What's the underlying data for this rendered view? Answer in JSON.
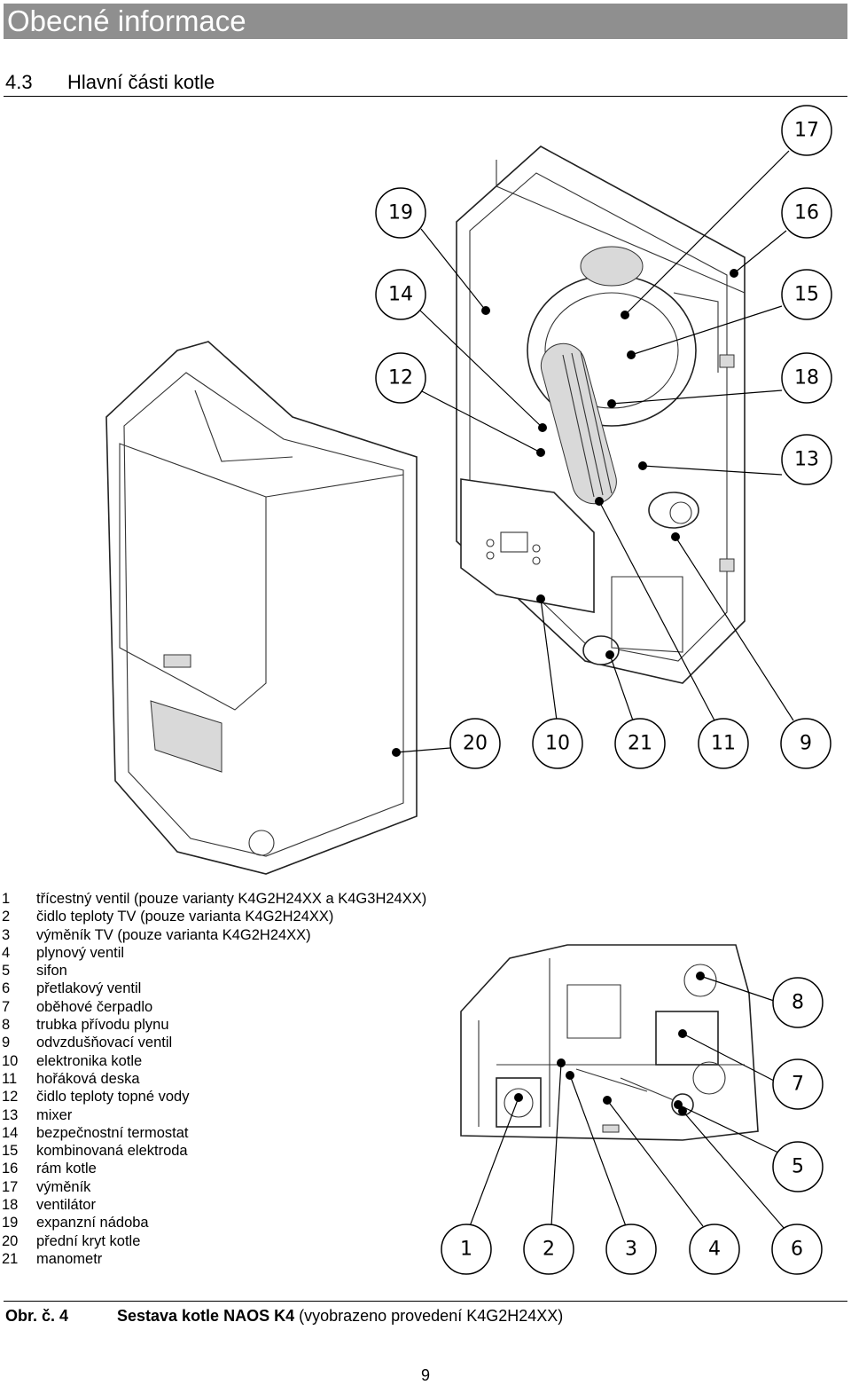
{
  "header": {
    "banner": "Obecné informace"
  },
  "section": {
    "number": "4.3",
    "title": "Hlavní části kotle"
  },
  "top_callouts": [
    "17",
    "16",
    "19",
    "15",
    "14",
    "12",
    "18",
    "13",
    "20",
    "10",
    "21",
    "11",
    "9"
  ],
  "bottom_callouts": [
    "8",
    "7",
    "5",
    "1",
    "2",
    "3",
    "4",
    "6"
  ],
  "legend": [
    {
      "num": "1",
      "text": "třícestný ventil (pouze varianty K4G2H24XX a K4G3H24XX)"
    },
    {
      "num": "2",
      "text": "čidlo teploty TV (pouze varianta K4G2H24XX)"
    },
    {
      "num": "3",
      "text": "výměník TV (pouze varianta K4G2H24XX)"
    },
    {
      "num": "4",
      "text": "plynový ventil"
    },
    {
      "num": "5",
      "text": "sifon"
    },
    {
      "num": "6",
      "text": "přetlakový ventil"
    },
    {
      "num": "7",
      "text": "oběhové čerpadlo"
    },
    {
      "num": "8",
      "text": "trubka přívodu plynu"
    },
    {
      "num": "9",
      "text": "odvzdušňovací ventil"
    },
    {
      "num": "10",
      "text": "elektronika kotle"
    },
    {
      "num": "11",
      "text": "hořáková deska"
    },
    {
      "num": "12",
      "text": "čidlo teploty topné vody"
    },
    {
      "num": "13",
      "text": "mixer"
    },
    {
      "num": "14",
      "text": "bezpečnostní termostat"
    },
    {
      "num": "15",
      "text": "kombinovaná elektroda"
    },
    {
      "num": "16",
      "text": "rám kotle"
    },
    {
      "num": "17",
      "text": "výměník"
    },
    {
      "num": "18",
      "text": "ventilátor"
    },
    {
      "num": "19",
      "text": "expanzní nádoba"
    },
    {
      "num": "20",
      "text": "přední kryt kotle"
    },
    {
      "num": "21",
      "text": "manometr"
    }
  ],
  "caption": {
    "label": "Obr. č. 4",
    "bold": "Sestava kotle NAOS K4",
    "rest": " (vyobrazeno provedení K4G2H24XX)"
  },
  "page_number": "9"
}
